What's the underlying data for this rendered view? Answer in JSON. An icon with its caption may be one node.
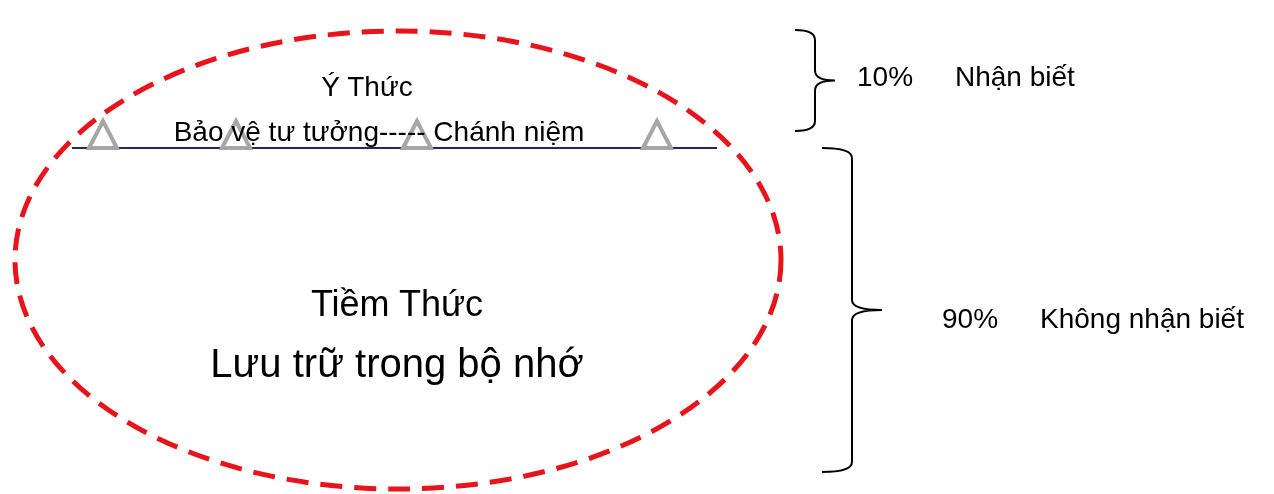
{
  "diagram": {
    "nodes": [
      {
        "text": [
          "Ý Thức",
          "Bảo vệ tư tưởng----- Chánh niệm",
          "Tiềm Thức",
          "Lưu trữ trong bộ nhớ"
        ]
      }
    ],
    "edges": [],
    "labels": [
      "10%",
      "Nhận biết",
      "90%",
      "Không nhận biết"
    ]
  }
}
